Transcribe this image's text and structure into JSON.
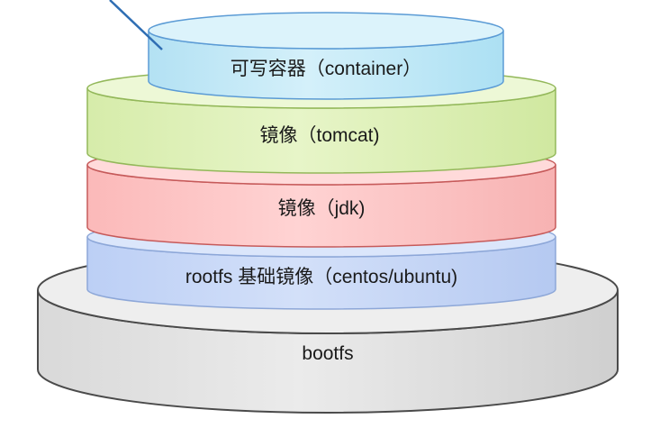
{
  "diagram": {
    "layers": {
      "container": {
        "label": "可写容器（container）"
      },
      "tomcat": {
        "label": "镜像（tomcat)"
      },
      "jdk": {
        "label": "镜像（jdk)"
      },
      "rootfs": {
        "label": "rootfs 基础镜像（centos/ubuntu)"
      },
      "bootfs": {
        "label": "bootfs"
      }
    },
    "colors": {
      "container": "#c7ebf7",
      "tomcat": "#e1f2bc",
      "jdk": "#ffc8c8",
      "rootfs": "#cad9f7",
      "bootfs": "#e2e2e2",
      "pointer_line": "#2f6eb3"
    }
  }
}
